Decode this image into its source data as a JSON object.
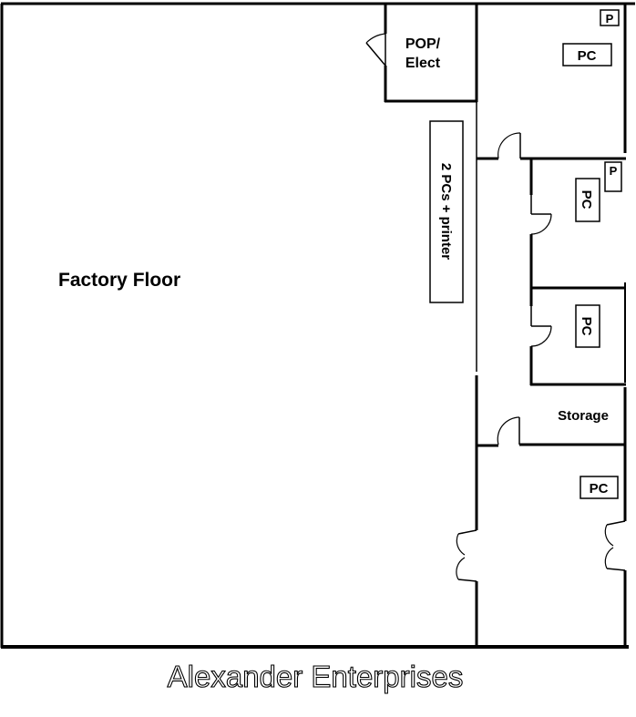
{
  "floorplan": {
    "title": "Alexander Enterprises",
    "rooms": {
      "factory_floor": "Factory Floor",
      "pop_elect_line1": "POP/",
      "pop_elect_line2": "Elect",
      "storage": "Storage"
    },
    "workstations": {
      "office_top": "PC",
      "office_mid1": "PC",
      "office_mid2": "PC",
      "office_bottom": "PC",
      "printer_top": "P",
      "printer_mid": "P",
      "corridor_station": "2 PCs + printer"
    }
  }
}
